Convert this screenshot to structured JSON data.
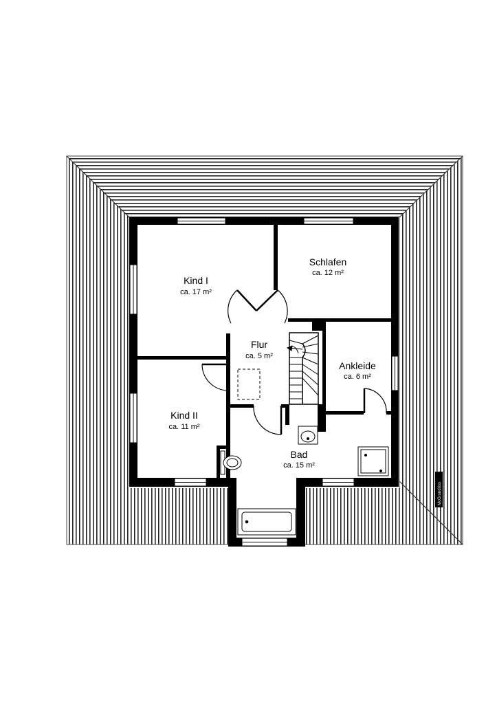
{
  "rooms": {
    "kind1": {
      "name": "Kind I",
      "area": "ca. 17 m²"
    },
    "schlafen": {
      "name": "Schlafen",
      "area": "ca. 12 m²"
    },
    "flur": {
      "name": "Flur",
      "area": "ca. 5 m²"
    },
    "ankleide": {
      "name": "Ankleide",
      "area": "ca. 6 m²"
    },
    "kind2": {
      "name": "Kind II",
      "area": "ca. 11 m²"
    },
    "bad": {
      "name": "Bad",
      "area": "ca. 15 m²"
    }
  },
  "watermark": "McGrundriss",
  "colors": {
    "wall": "#000000",
    "roof_stripe": "#222222",
    "background": "#ffffff"
  }
}
